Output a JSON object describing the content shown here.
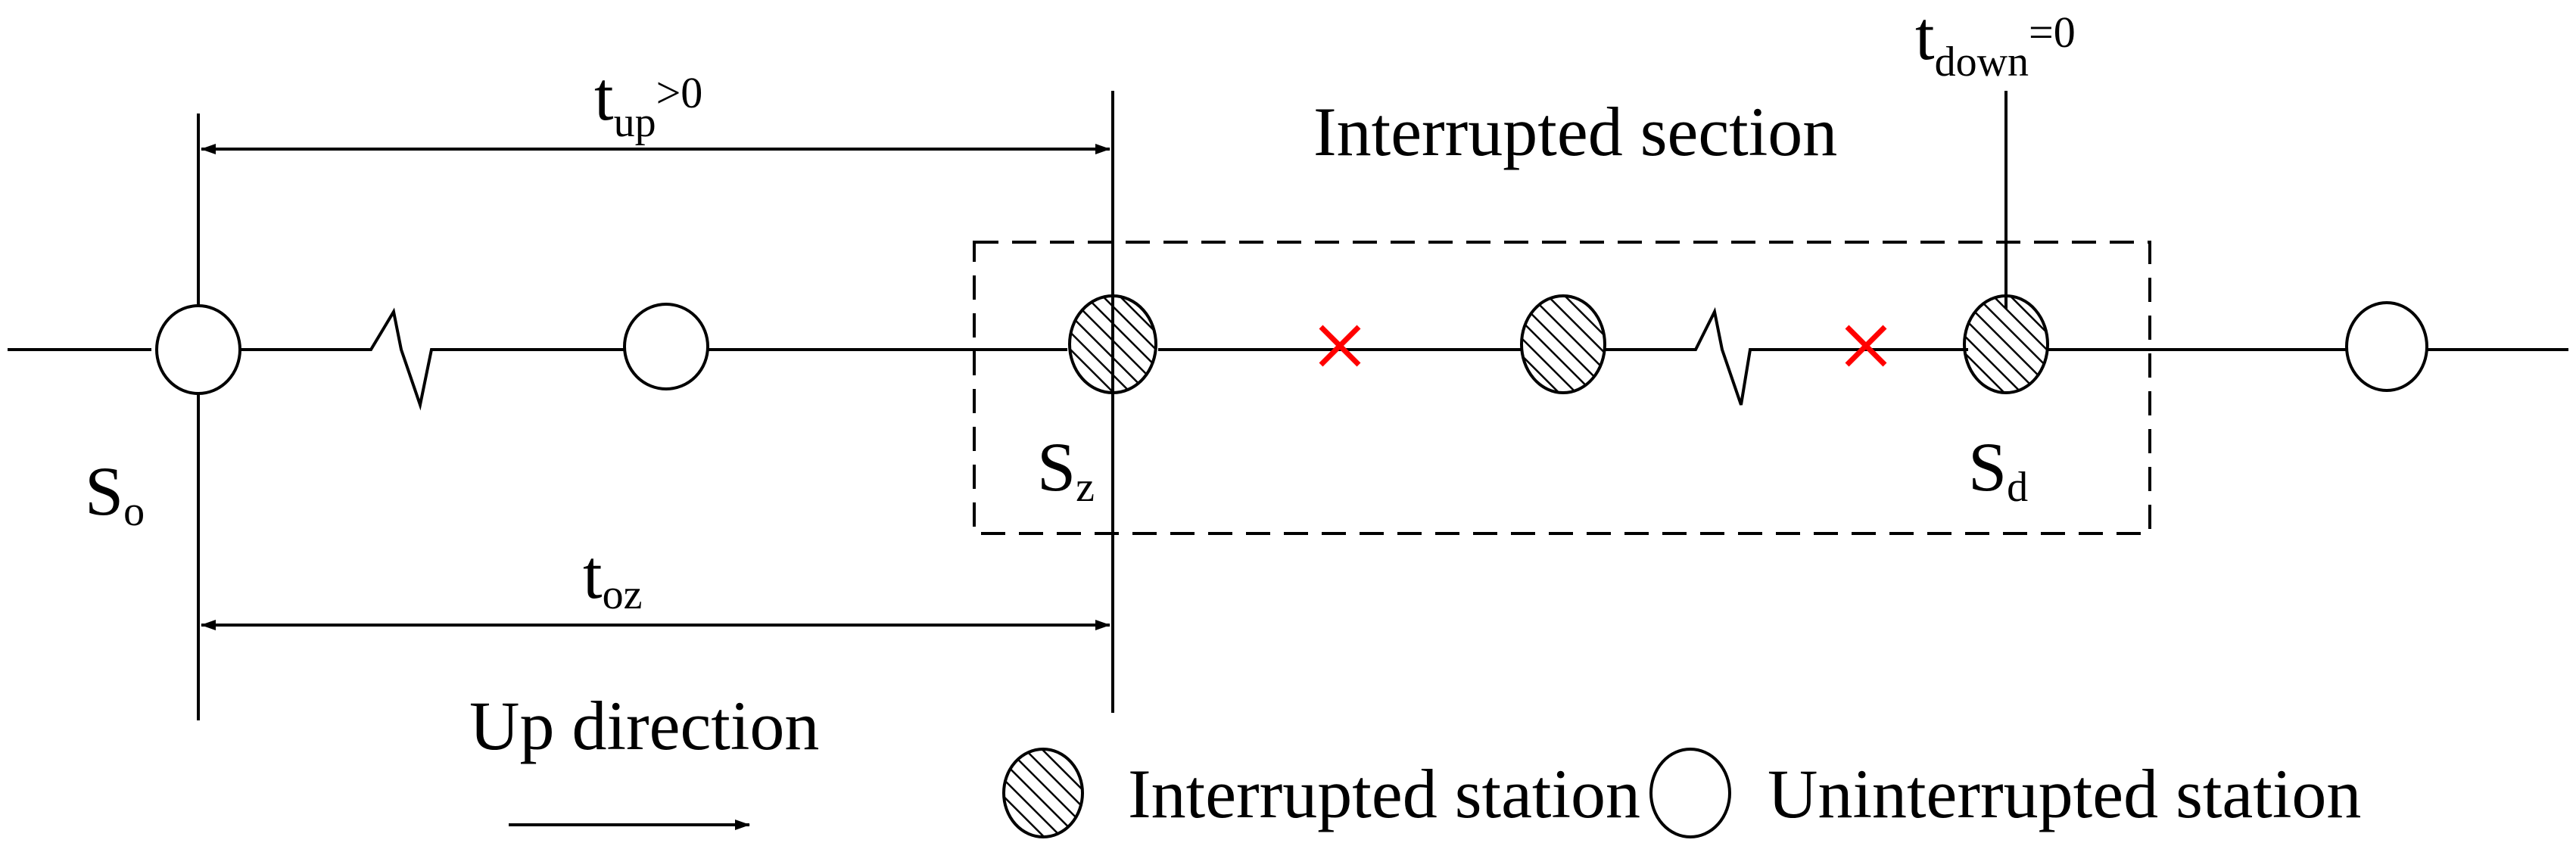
{
  "labels": {
    "t_up": {
      "base": "t",
      "subscript": "up",
      "suffix": ">0"
    },
    "t_down": {
      "base": "t",
      "subscript": "down",
      "suffix": "=0"
    },
    "t_oz": {
      "base": "t",
      "subscript": "oz"
    },
    "interrupted_section": "Interrupted section",
    "s_o": {
      "base": "S",
      "subscript": "o"
    },
    "s_z": {
      "base": "S",
      "subscript": "z"
    },
    "s_d": {
      "base": "S",
      "subscript": "d"
    },
    "up_direction": "Up direction"
  },
  "legend": {
    "interrupted": "Interrupted station",
    "uninterrupted": "Uninterrupted station"
  },
  "stations": [
    {
      "name": "S_o",
      "state": "uninterrupted"
    },
    {
      "name": "",
      "state": "uninterrupted"
    },
    {
      "name": "S_z",
      "state": "interrupted"
    },
    {
      "name": "",
      "state": "interrupted"
    },
    {
      "name": "S_d",
      "state": "interrupted"
    },
    {
      "name": "",
      "state": "uninterrupted"
    }
  ],
  "colors": {
    "line": "#000000",
    "break_mark": "#ff0000",
    "background": "#ffffff"
  }
}
